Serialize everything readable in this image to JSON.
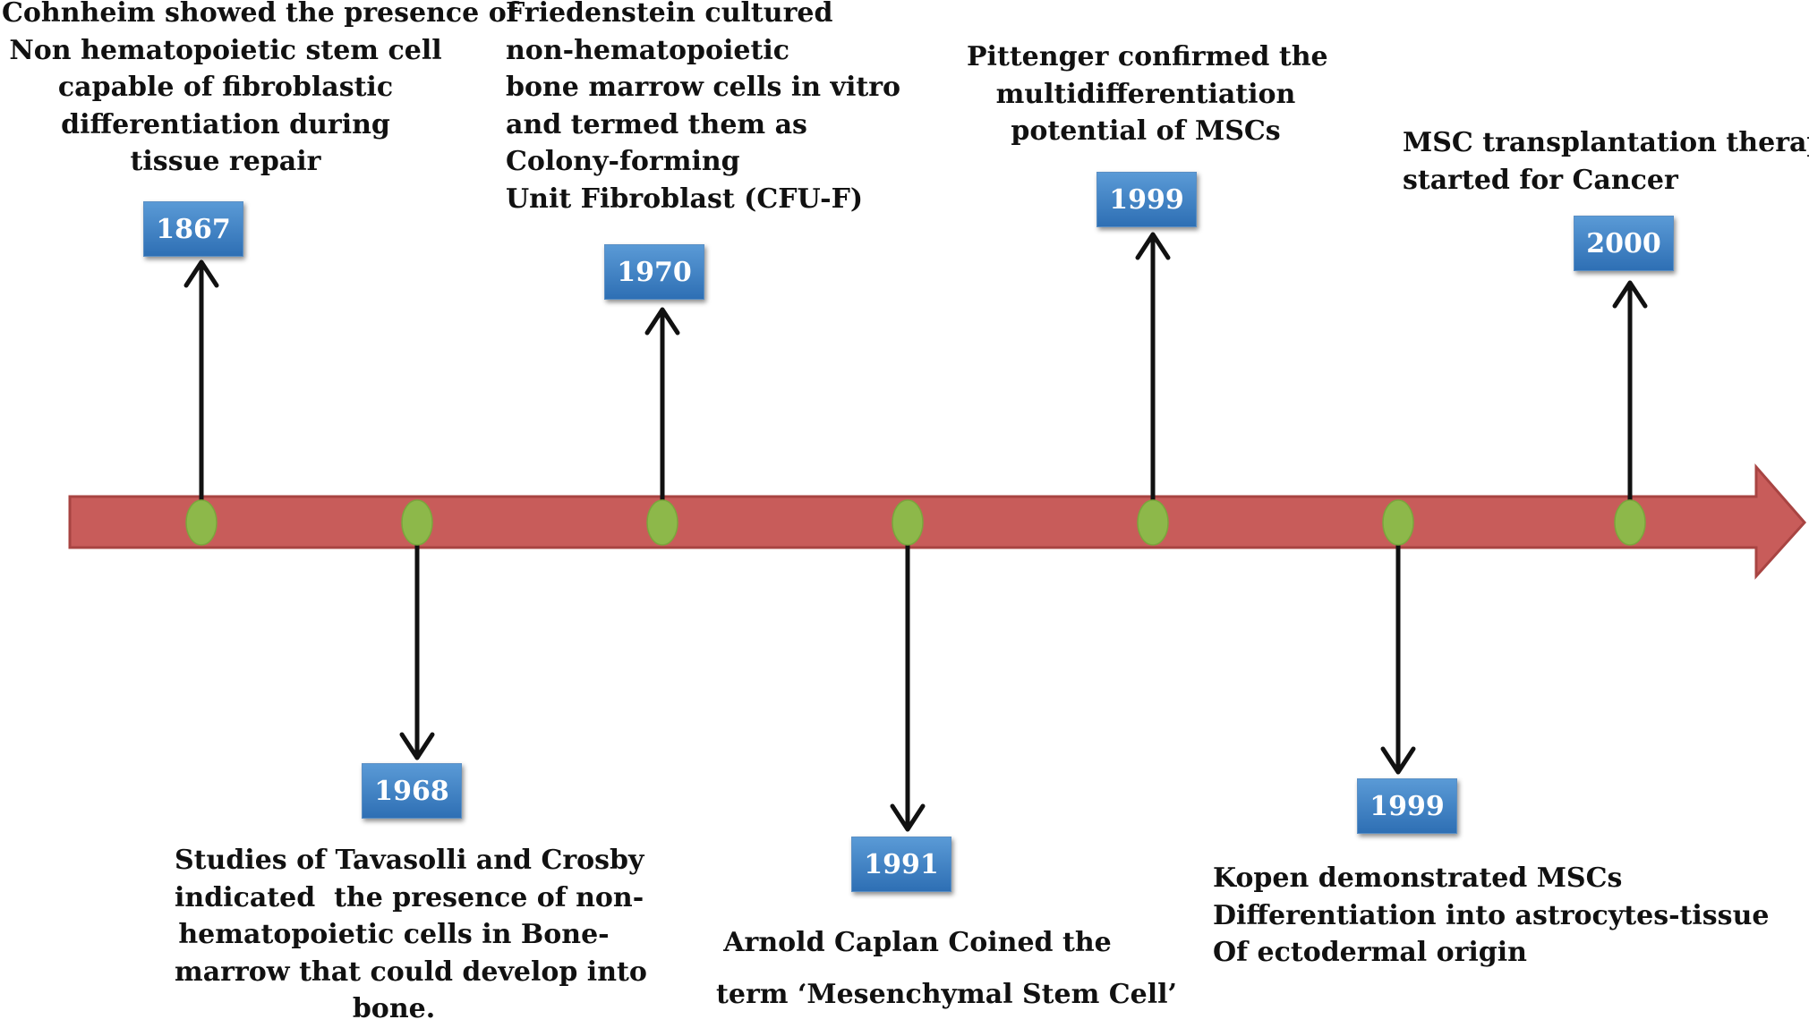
{
  "colors": {
    "timeline_bar": "#c85c5a",
    "timeline_bar_border": "#a84442",
    "event_dot": "#8db84a",
    "arrow": "#111111",
    "year_box": "#3b7fc4",
    "year_text": "#ffffff"
  },
  "events": [
    {
      "year": "1867",
      "position": "above",
      "description": "Cohnheim showed the presence of\nNon hematopoietic stem cell\ncapable of fibroblastic\ndifferentiation during\ntissue repair"
    },
    {
      "year": "1968",
      "position": "below",
      "description": "Studies of Tavasolli and Crosby\nindicated  the presence of non-\nhematopoietic cells in Bone-\nmarrow that could develop into\nbone."
    },
    {
      "year": "1970",
      "position": "above",
      "description": "Friedenstein cultured\nnon-hematopoietic\nbone marrow cells in vitro\nand termed them as\nColony-forming\nUnit Fibroblast (CFU-F)"
    },
    {
      "year": "1991",
      "position": "below",
      "description": "Arnold Caplan Coined the\nterm ‘Mesenchymal Stem Cell’"
    },
    {
      "year": "1999",
      "position": "above",
      "description": "Pittenger confirmed the\nmultidifferentiation\npotential of MSCs"
    },
    {
      "year": "1999",
      "position": "below",
      "description": "Kopen demonstrated MSCs\nDifferentiation into astrocytes-tissue\nOf ectodermal origin"
    },
    {
      "year": "2000",
      "position": "above",
      "description": "MSC transplantation therapy\nstarted for Cancer"
    }
  ]
}
